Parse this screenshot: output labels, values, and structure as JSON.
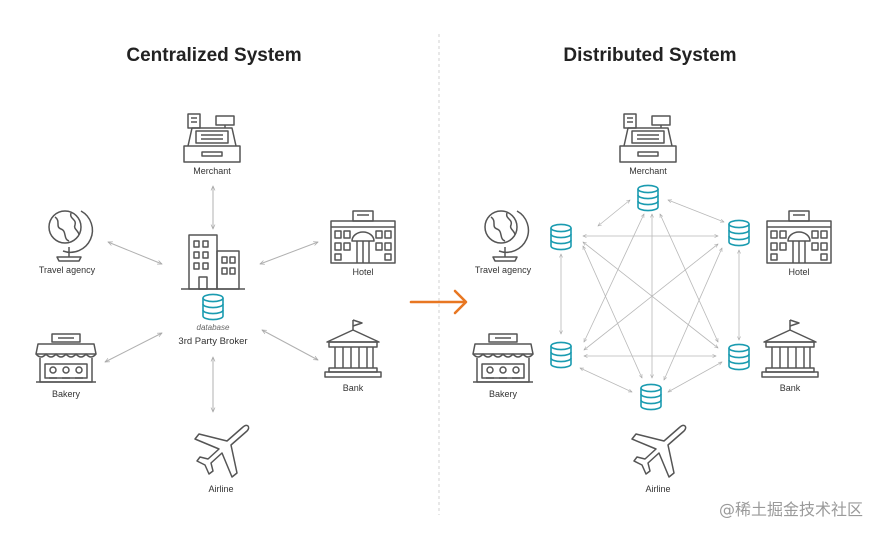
{
  "titles": {
    "centralized": "Centralized System",
    "distributed": "Distributed System"
  },
  "centralized": {
    "merchant": "Merchant",
    "travel_agency": "Travel agency",
    "hotel": "Hotel",
    "bakery": "Bakery",
    "bank": "Bank",
    "airline": "Airline",
    "broker_db_caption": "database",
    "broker_name": "3rd Party Broker"
  },
  "distributed": {
    "merchant": "Merchant",
    "travel_agency": "Travel agency",
    "hotel": "Hotel",
    "bakery": "Bakery",
    "bank": "Bank",
    "airline": "Airline"
  },
  "watermark": "@稀土掘金技术社区",
  "colors": {
    "arrow": "#e87722",
    "database": "#1a9bb0",
    "icon_stroke": "#555555",
    "connector": "#b0b0b0",
    "divider": "#d0d0d0"
  }
}
